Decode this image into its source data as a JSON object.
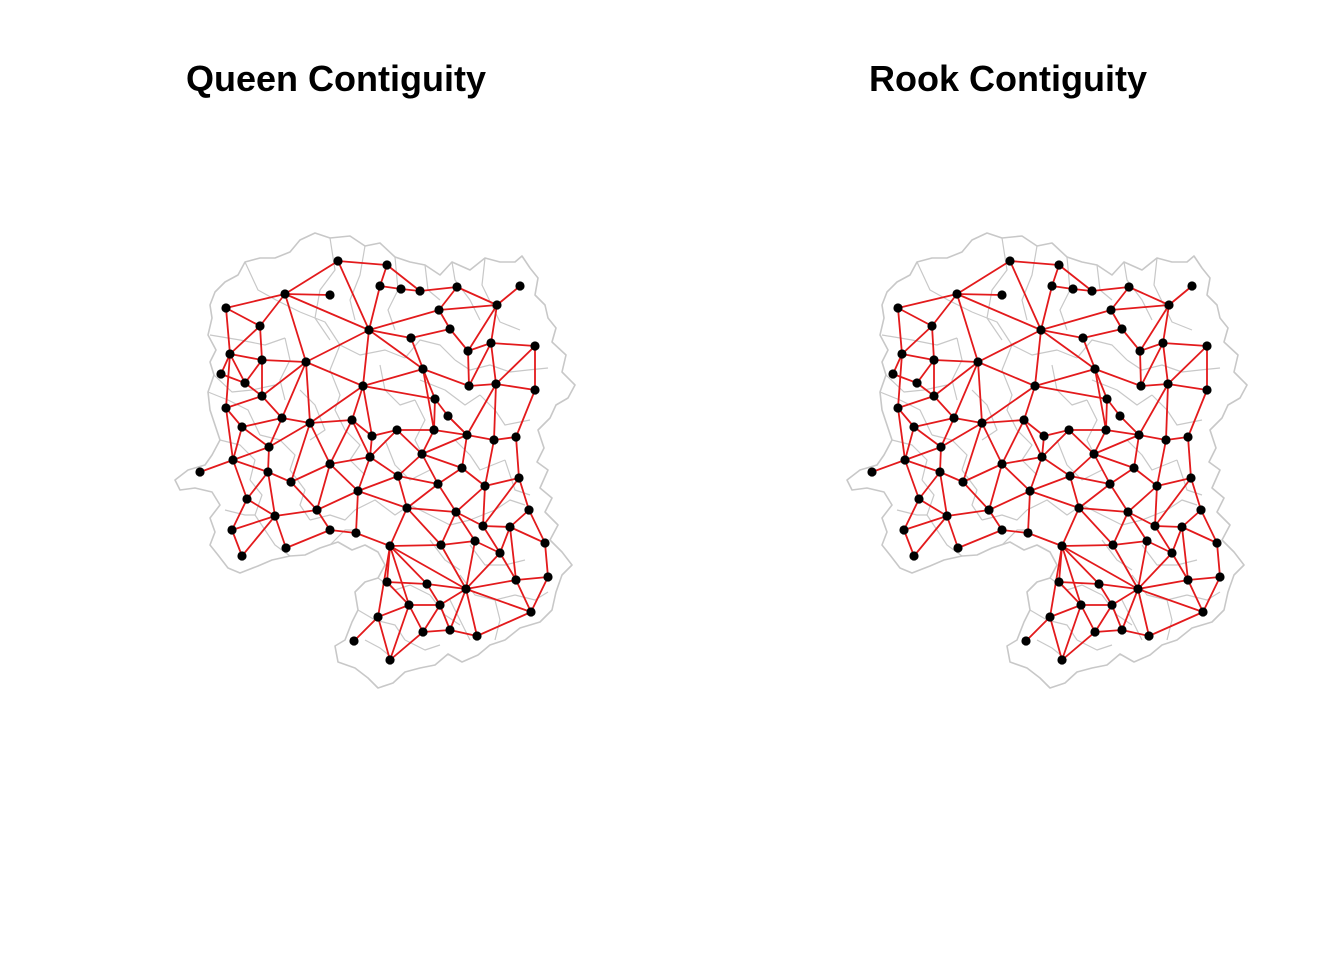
{
  "panels": [
    {
      "title": "Queen Contiguity",
      "contiguity": "queen"
    },
    {
      "title": "Rook Contiguity",
      "contiguity": "rook"
    }
  ],
  "colors": {
    "background": "#ffffff",
    "boundary": "#c8c8c8",
    "edge": "#e31a1c",
    "node": "#000000",
    "title": "#000000"
  }
}
